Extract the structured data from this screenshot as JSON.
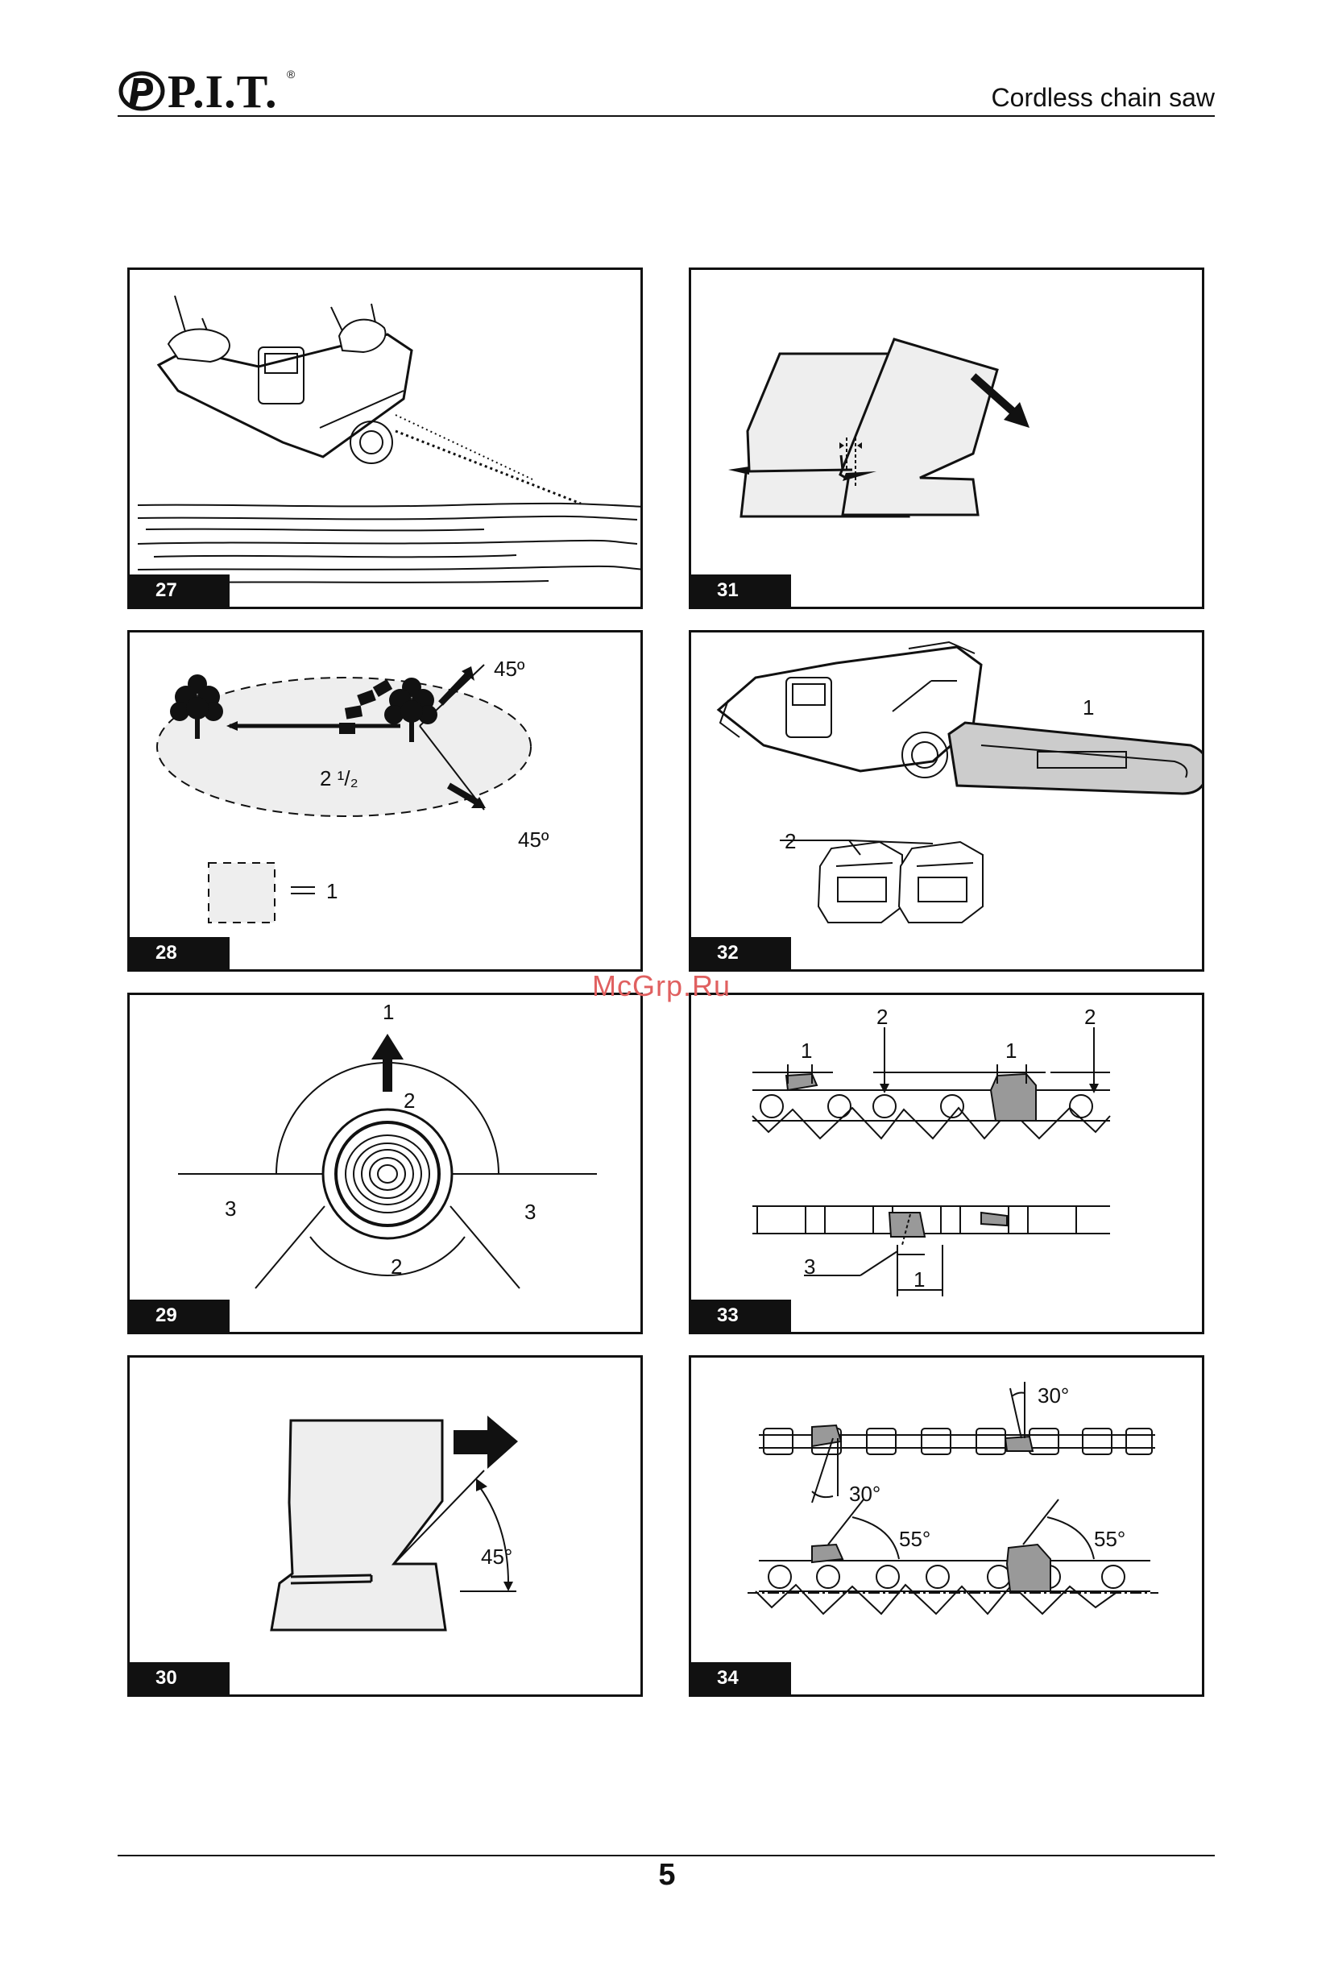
{
  "header": {
    "brand": "P.I.T.",
    "registered": "®",
    "title": "Cordless chain saw"
  },
  "watermark": "McGrp.Ru",
  "footer": {
    "page_number": "5"
  },
  "figures": [
    {
      "number": "27",
      "callouts": []
    },
    {
      "number": "31",
      "callouts": []
    },
    {
      "number": "28",
      "callouts": [
        "45º",
        "45º",
        "2 ¹/₂",
        "1"
      ]
    },
    {
      "number": "32",
      "callouts": [
        "1",
        "2"
      ]
    },
    {
      "number": "29",
      "callouts": [
        "1",
        "2",
        "3",
        "3",
        "2"
      ]
    },
    {
      "number": "33",
      "callouts": [
        "1",
        "2",
        "1",
        "2",
        "3",
        "1"
      ]
    },
    {
      "number": "30",
      "callouts": [
        "45°"
      ]
    },
    {
      "number": "34",
      "callouts": [
        "30°",
        "30°",
        "55°",
        "55°"
      ]
    }
  ]
}
